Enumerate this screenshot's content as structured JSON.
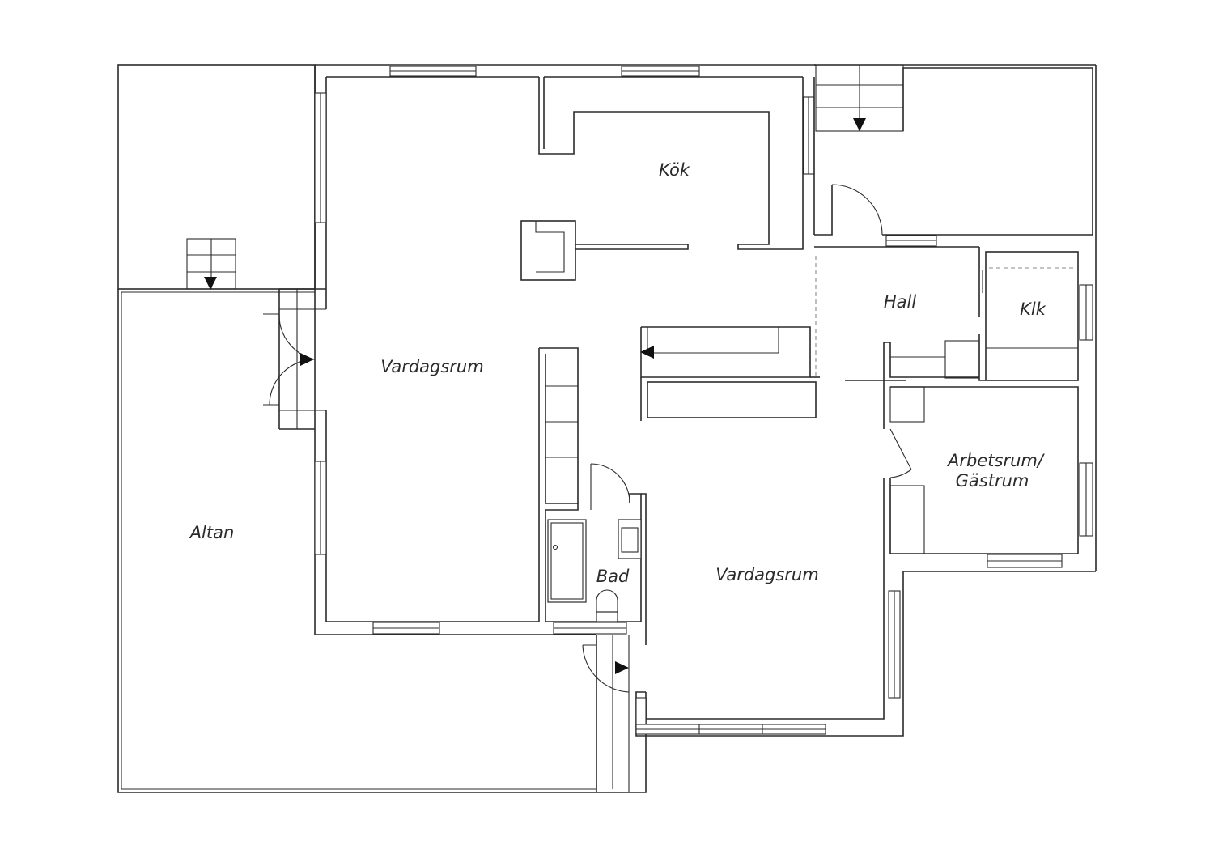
{
  "plan": {
    "rooms": [
      {
        "id": "kok",
        "label": "Kök"
      },
      {
        "id": "hall",
        "label": "Hall"
      },
      {
        "id": "klk",
        "label": "Klk"
      },
      {
        "id": "vardagsrum_1",
        "label": "Vardagsrum"
      },
      {
        "id": "vardagsrum_2",
        "label": "Vardagsrum"
      },
      {
        "id": "arbetsrum_line1",
        "label": "Arbetsrum/"
      },
      {
        "id": "arbetsrum_line2",
        "label": "Gästrum"
      },
      {
        "id": "bad",
        "label": "Bad"
      },
      {
        "id": "altan",
        "label": "Altan"
      }
    ],
    "colors": {
      "line": "#2b2b2b",
      "background": "#ffffff",
      "arrow": "#111111"
    },
    "icons": [
      "arrow-down-icon",
      "arrow-right-icon",
      "arrow-left-icon"
    ]
  }
}
